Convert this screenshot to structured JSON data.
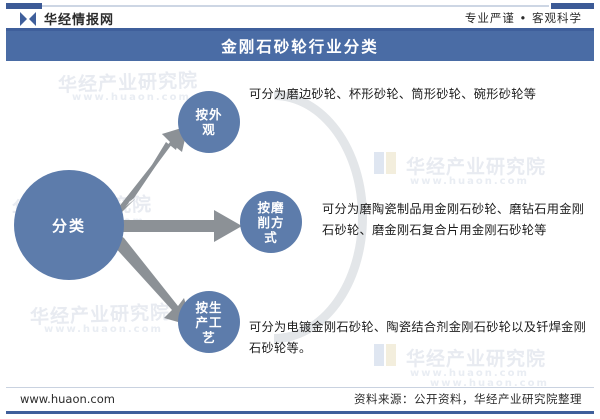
{
  "header": {
    "brand_name": "华经情报网",
    "logo_icon": "huaon-bowtie-logo",
    "tagline": "专业严谨 • 客观科学"
  },
  "title": "金刚石砂轮行业分类",
  "diagram": {
    "root": "分类",
    "branches": [
      {
        "id": "appearance",
        "label_lines": [
          "按外",
          "观"
        ],
        "label": "按外观",
        "description": "可分为磨边砂轮、杯形砂轮、筒形砂轮、碗形砂轮等"
      },
      {
        "id": "grinding-method",
        "label_lines": [
          "按磨",
          "削方",
          "式"
        ],
        "label": "按磨削方式",
        "description": "可分为磨陶瓷制品用金刚石砂轮、磨钻石用金刚石砂轮、磨金刚石复合片用金刚石砂轮等"
      },
      {
        "id": "production-process",
        "label_lines": [
          "按生",
          "产工",
          "艺"
        ],
        "label": "按生产工艺",
        "description": "可分为电镀金刚石砂轮、陶瓷结合剂金刚石砂轮以及钎焊金刚石砂轮等。"
      }
    ]
  },
  "watermark": {
    "text_cn": "华经产业研究院",
    "text_url": "www.huaon.com"
  },
  "footer": {
    "site_url": "www.huaon.com",
    "source": "资料来源：公开资料，华经产业研究院整理"
  },
  "colors": {
    "brand_blue": "#3f5f9b",
    "title_bar": "#4a6ca5",
    "node_blue": "#5d7cab",
    "arrow_gray": "#8c9196",
    "arc_gray": "#e3e6e9"
  }
}
